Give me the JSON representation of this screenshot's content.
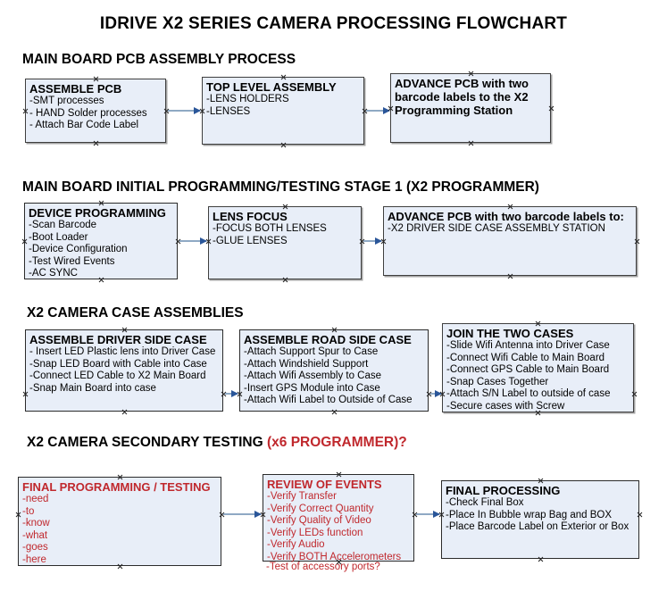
{
  "document": {
    "title": "IDRIVE X2  SERIES CAMERA PROCESSING FLOWCHART"
  },
  "sections": [
    {
      "id": "main-board-pcb-assembly-process",
      "heading": "MAIN BOARD PCB ASSEMBLY PROCESS",
      "heading_accent": "",
      "heading_suffix": "",
      "nodes": [
        {
          "id": "assemble-pcb",
          "header": "ASSEMBLE PCB",
          "items": [
            "-SMT processes",
            "- HAND Solder processes",
            "- Attach Bar Code Label"
          ]
        },
        {
          "id": "top-level-assembly",
          "header": "TOP LEVEL ASSEMBLY",
          "items": [
            "-LENS HOLDERS",
            "-LENSES"
          ]
        },
        {
          "id": "advance-pcb-to-x2-programming-station",
          "header": "ADVANCE PCB with two barcode labels to the  X2 Programming Station",
          "items": []
        }
      ]
    },
    {
      "id": "main-board-initial-programming-testing-stage-1",
      "heading": "MAIN BOARD INITIAL PROGRAMMING/TESTING STAGE 1 (X2 PROGRAMMER)",
      "heading_accent": "",
      "heading_suffix": "",
      "nodes": [
        {
          "id": "device-programming",
          "header": "DEVICE PROGRAMMING",
          "items": [
            "-Scan Barcode",
            "-Boot Loader",
            "-Device Configuration",
            "-Test Wired Events",
            "-AC SYNC"
          ]
        },
        {
          "id": "lens-focus",
          "header": "LENS FOCUS",
          "items": [
            "-FOCUS BOTH LENSES",
            "-GLUE LENSES"
          ]
        },
        {
          "id": "advance-pcb-to-driver-side-case-assembly-station",
          "header": "ADVANCE PCB with two barcode labels to:",
          "items": [
            "-X2 DRIVER  SIDE  CASE  ASSEMBLY STATION"
          ]
        }
      ]
    },
    {
      "id": "x2-camera-case-assemblies",
      "heading": "X2 CAMERA CASE ASSEMBLIES",
      "heading_accent": "",
      "heading_suffix": "",
      "nodes": [
        {
          "id": "assemble-driver-side-case",
          "header": "ASSEMBLE DRIVER SIDE CASE",
          "items": [
            "- Insert LED Plastic lens into Driver Case",
            "-Snap LED Board with Cable into Case",
            "-Connect LED Cable to X2 Main Board",
            "-Snap Main Board into case"
          ]
        },
        {
          "id": "assemble-road-side-case",
          "header": "ASSEMBLE ROAD SIDE CASE",
          "items": [
            "-Attach Support Spur to Case",
            "-Attach Windshield Support",
            "-Attach Wifi Assembly to Case",
            "-Insert GPS Module into Case",
            "-Attach Wifi Label to Outside of Case"
          ]
        },
        {
          "id": "join-the-two-cases",
          "header": "JOIN THE TWO CASES",
          "items": [
            "-Slide Wifi Antenna into Driver Case",
            "-Connect Wifi Cable to Main Board",
            "-Connect GPS Cable to Main Board",
            "-Snap Cases Together",
            "-Attach S/N Label to outside of case",
            "-Secure cases with Screw"
          ]
        }
      ]
    },
    {
      "id": "x2-camera-secondary-testing",
      "heading": "X2 CAMERA SECONDARY TESTING ",
      "heading_accent": "(x6 PROGRAMMER)?",
      "heading_suffix": "",
      "nodes": [
        {
          "id": "final-programming-testing",
          "header": "FINAL PROGRAMMING / TESTING",
          "items": [
            "-need",
            "-to",
            "-know",
            "-what",
            "-goes",
            "-here"
          ]
        },
        {
          "id": "review-of-events",
          "header": "REVIEW OF EVENTS",
          "items": [
            "-Verify Transfer",
            "-Verify Correct Quantity",
            "-Verify Quality of Video",
            "-Verify LEDs function",
            "-Verify Audio",
            "-Verify BOTH Accelerometers"
          ],
          "overflow_item": "-Test of accessory ports?"
        },
        {
          "id": "final-processing",
          "header": "FINAL PROCESSING",
          "items": [
            "-Check Final Box",
            "-Place In Bubble wrap Bag and BOX",
            "-Place Barcode Label on Exterior or Box"
          ]
        }
      ]
    }
  ],
  "colors": {
    "node_fill": "#e8eef8",
    "node_border": "#3f3f3f",
    "accent_red": "#c0282d",
    "connector": "#8fa9c4",
    "arrow_head": "#2a5699"
  }
}
